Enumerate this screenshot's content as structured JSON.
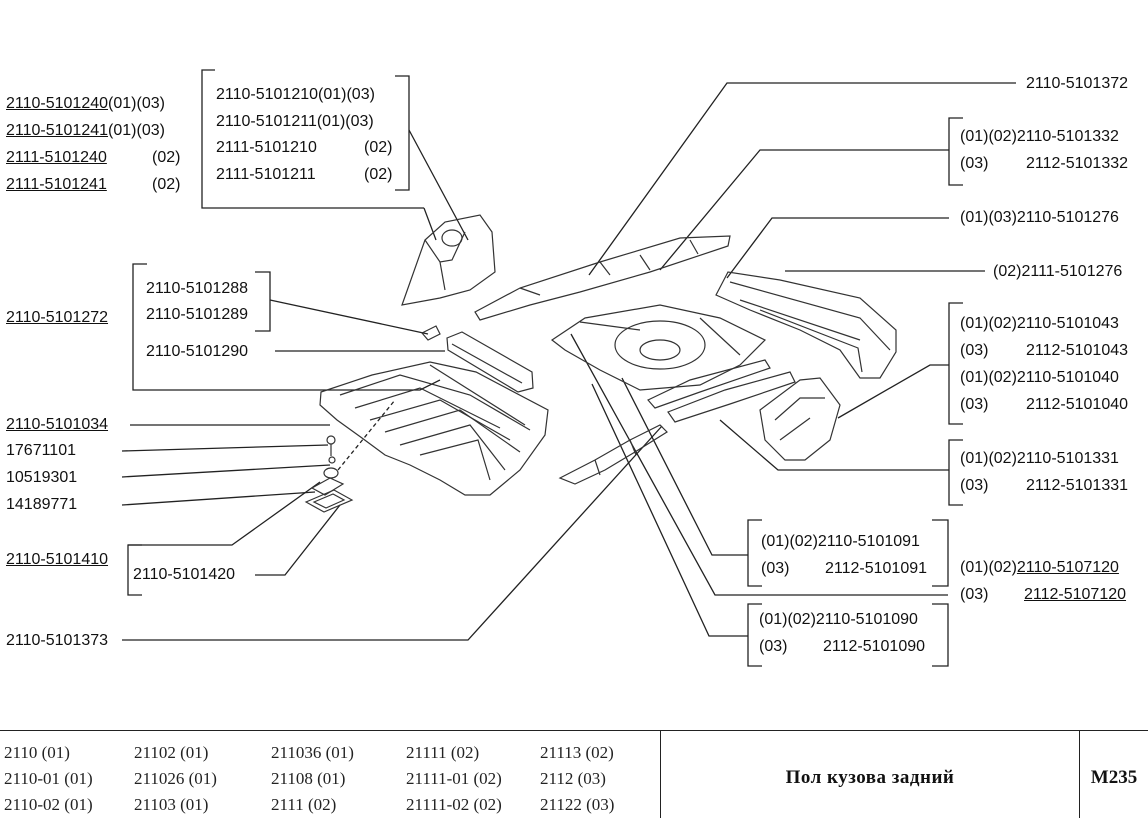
{
  "group_top_left": {
    "left": [
      {
        "code": "2110-5101240",
        "suffix": "(01)(03)"
      },
      {
        "code": "2110-5101241",
        "suffix": "(01)(03)"
      },
      {
        "code": "2111-5101240",
        "suffix": "(02)"
      },
      {
        "code": "2111-5101241",
        "suffix": "(02)"
      }
    ],
    "right": [
      {
        "code": "2110-5101210(01)(03)",
        "suffix": ""
      },
      {
        "code": "2110-5101211(01)(03)",
        "suffix": ""
      },
      {
        "code": "2111-5101210",
        "suffix": "(02)"
      },
      {
        "code": "2111-5101211",
        "suffix": "(02)"
      }
    ]
  },
  "group_mid_left": {
    "outer": "2110-5101272",
    "inner": [
      "2110-5101288",
      "2110-5101289"
    ],
    "single": "2110-5101290"
  },
  "fasteners": [
    "2110-5101034",
    "17671101",
    "10519301",
    "14189771"
  ],
  "group_plug": {
    "outer": "2110-5101410",
    "inner": "2110-5101420"
  },
  "bottom_left": "2110-5101373",
  "right_parts": {
    "top": "2110-5101372",
    "g1": [
      {
        "mod": "(01)(02)",
        "code": "2110-5101332"
      },
      {
        "mod": "(03)",
        "code": "2112-5101332"
      }
    ],
    "p1": "(01)(03)2110-5101276",
    "p2": "(02)2111-5101276",
    "g2": [
      {
        "mod": "(01)(02)",
        "code": "2110-5101043"
      },
      {
        "mod": "(03)",
        "code": "2112-5101043"
      },
      {
        "mod": "(01)(02)",
        "code": "2110-5101040"
      },
      {
        "mod": "(03)",
        "code": "2112-5101040"
      }
    ],
    "g3": [
      {
        "mod": "(01)(02)",
        "code": "2110-5101331"
      },
      {
        "mod": "(03)",
        "code": "2112-5101331"
      }
    ],
    "g4": [
      {
        "mod": "(01)(02)",
        "code": "2110-5101091"
      },
      {
        "mod": "(03)",
        "code": "2112-5101091"
      }
    ],
    "g5": [
      {
        "mod": "(01)(02)",
        "code": "2110-5107120"
      },
      {
        "mod": "(03)",
        "code": "2112-5107120"
      }
    ],
    "g6": [
      {
        "mod": "(01)(02)",
        "code": "2110-5101090"
      },
      {
        "mod": "(03)",
        "code": "2112-5101090"
      }
    ]
  },
  "footer": {
    "models": [
      [
        "2110 (01)",
        "21102 (01)",
        "211036 (01)",
        "21111 (02)",
        "21113 (02)"
      ],
      [
        "2110-01 (01)",
        "211026 (01)",
        "21108 (01)",
        "21111-01 (02)",
        "2112 (03)"
      ],
      [
        "2110-02 (01)",
        "21103 (01)",
        "2111 (02)",
        "21111-02 (02)",
        "21122 (03)"
      ]
    ],
    "title": "Пол кузова задний",
    "code": "M235"
  }
}
